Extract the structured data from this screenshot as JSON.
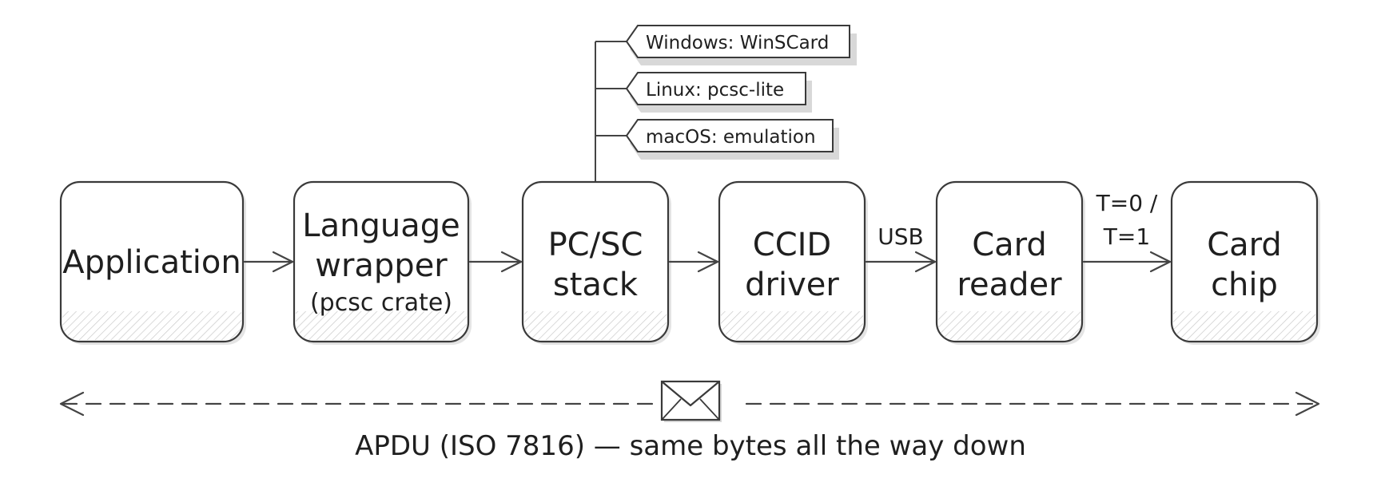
{
  "diagram": {
    "components": [
      {
        "id": "application",
        "lines": [
          "Application"
        ]
      },
      {
        "id": "language-wrapper",
        "lines": [
          "Language",
          "wrapper"
        ],
        "sub": "(pcsc crate)"
      },
      {
        "id": "pcsc-stack",
        "lines": [
          "PC/SC",
          "stack"
        ]
      },
      {
        "id": "ccid-driver",
        "lines": [
          "CCID",
          "driver"
        ]
      },
      {
        "id": "card-reader",
        "lines": [
          "Card",
          "reader"
        ]
      },
      {
        "id": "card-chip",
        "lines": [
          "Card",
          "chip"
        ]
      }
    ],
    "link_labels": {
      "usb": "USB",
      "protocol_line1": "T=0 /",
      "protocol_line2": "T=1"
    },
    "platforms": [
      "Windows: WinSCard",
      "Linux: pcsc-lite",
      "macOS: emulation"
    ],
    "apdu_caption": "APDU (ISO 7816) — same bytes all the way down",
    "envelope_icon": "envelope-icon"
  }
}
